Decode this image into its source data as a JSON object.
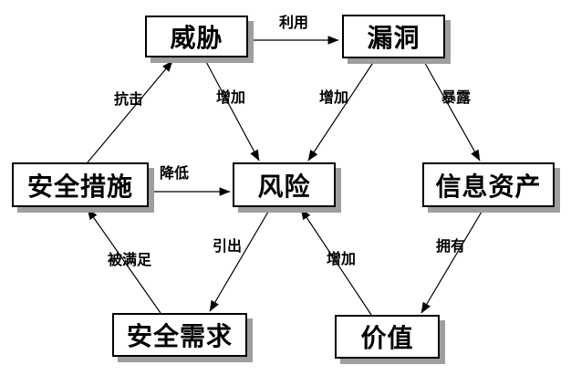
{
  "diagram": {
    "colors": {
      "background": "#ffffff",
      "node_fill": "#ffffff",
      "node_border": "#000000",
      "node_shadow": "#9e9e9e",
      "edge_line": "#000000",
      "text": "#000000"
    },
    "nodes": [
      {
        "id": "threat",
        "label": "威胁"
      },
      {
        "id": "vulnerability",
        "label": "漏洞"
      },
      {
        "id": "security-measures",
        "label": "安全措施"
      },
      {
        "id": "risk",
        "label": "风险"
      },
      {
        "id": "information-assets",
        "label": "信息资产"
      },
      {
        "id": "security-requirements",
        "label": "安全需求"
      },
      {
        "id": "value",
        "label": "价值"
      }
    ],
    "edges": [
      {
        "from": "威胁",
        "to": "漏洞",
        "label": "利用"
      },
      {
        "from": "安全措施",
        "to": "威胁",
        "label": "抗击"
      },
      {
        "from": "威胁",
        "to": "风险",
        "label": "增加"
      },
      {
        "from": "漏洞",
        "to": "风险",
        "label": "增加"
      },
      {
        "from": "漏洞",
        "to": "信息资产",
        "label": "暴露"
      },
      {
        "from": "安全措施",
        "to": "风险",
        "label": "降低"
      },
      {
        "from": "安全需求",
        "to": "安全措施",
        "label": "被满足"
      },
      {
        "from": "风险",
        "to": "安全需求",
        "label": "引出"
      },
      {
        "from": "价值",
        "to": "风险",
        "label": "增加"
      },
      {
        "from": "信息资产",
        "to": "价值",
        "label": "拥有"
      }
    ]
  }
}
